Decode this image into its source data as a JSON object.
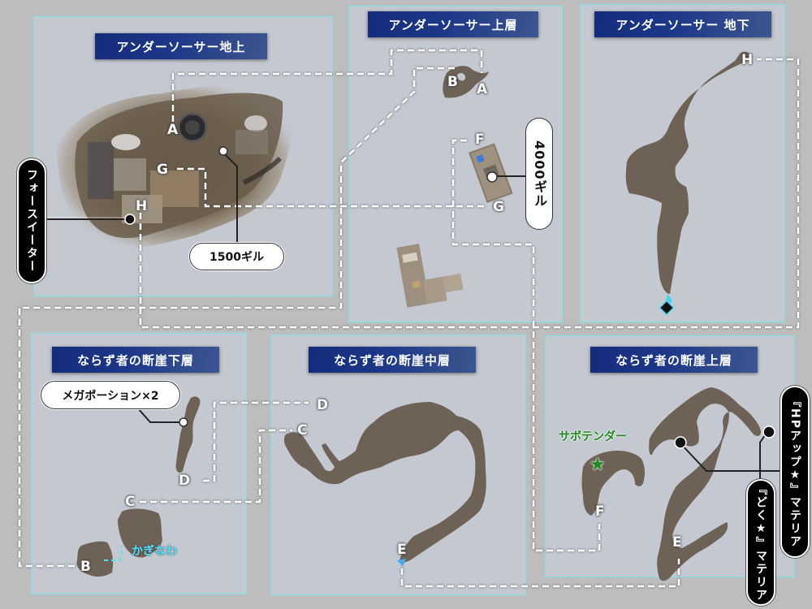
{
  "areas": {
    "undersoir_ground": {
      "title": "アンダーソーサー地上"
    },
    "undersoir_upper": {
      "title": "アンダーソーサー上層"
    },
    "undersoir_underground": {
      "title": "アンダーソーサー 地下"
    },
    "cliff_lower": {
      "title": "ならず者の断崖下層"
    },
    "cliff_middle": {
      "title": "ならず者の断崖中層"
    },
    "cliff_upper": {
      "title": "ならず者の断崖上層"
    }
  },
  "waypoints": {
    "ground_A": "A",
    "ground_G": "G",
    "ground_H": "H",
    "upper_B": "B",
    "upper_A": "A",
    "upper_F": "F",
    "upper_G": "G",
    "under_H": "H",
    "lower_D": "D",
    "lower_C": "C",
    "lower_B": "B",
    "middle_D": "D",
    "middle_C": "C",
    "middle_E": "E",
    "cliffup_F": "F",
    "cliffup_E": "E"
  },
  "callouts": {
    "force_eater": "フォースイーター",
    "gil_1500": "1500ギル",
    "gil_4000": "4000ギル",
    "mega_potion": "メガポーション×2",
    "grappling_hook": "かぎなわ",
    "cactuar": "サボテンダー",
    "hp_up_materia": "『HPアップ★』マテリア",
    "poison_materia": "『どく★』マテリア"
  },
  "colors": {
    "background": "#bdbdbd",
    "panel": "#c4c8d0",
    "panel_border": "#7fe3ea",
    "title_bg": "#1d3888",
    "terrain": "#6e6256",
    "route_line": "#ffffff",
    "cactuar_text": "#1d8a1d",
    "hook_text": "#4ee3f0"
  }
}
